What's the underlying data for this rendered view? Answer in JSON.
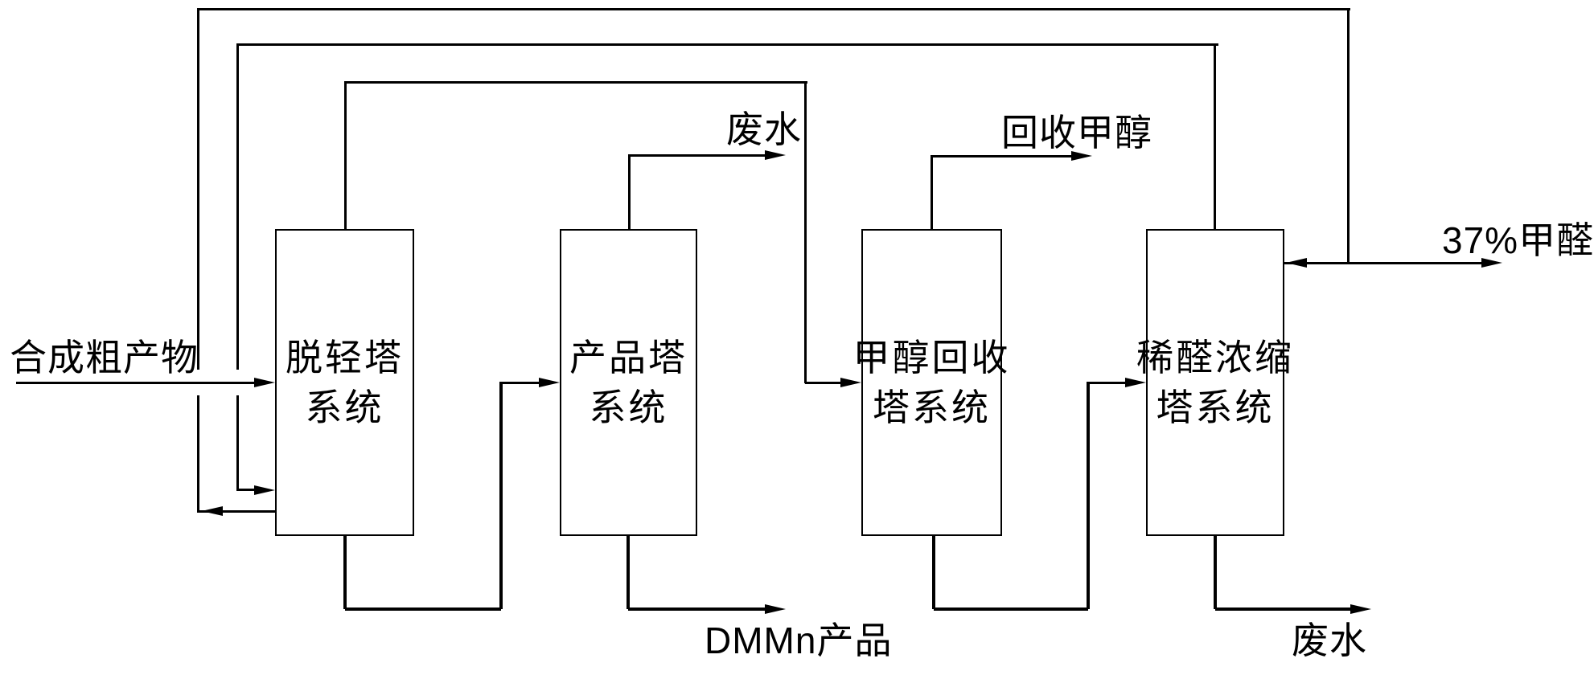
{
  "boxes": [
    {
      "id": "light-removal-tower-system",
      "lines": [
        "脱轻塔",
        "系统"
      ]
    },
    {
      "id": "product-tower-system",
      "lines": [
        "产品塔",
        "系统"
      ]
    },
    {
      "id": "methanol-recovery-tower-system",
      "lines": [
        "甲醇回收",
        "塔系统"
      ]
    },
    {
      "id": "dilute-aldehyde-concentration-tower-system",
      "lines": [
        "稀醛浓缩",
        "塔系统"
      ]
    }
  ],
  "streams": {
    "feed": "合成粗产物",
    "wastewater_top": "废水",
    "recovered_methanol": "回收甲醇",
    "formaldehyde_37": "37%甲醛",
    "dmmn_product": "DMMn产品",
    "wastewater_bottom": "废水"
  },
  "colors": {
    "line": "#000000",
    "background": "#ffffff",
    "text": "#000000"
  }
}
